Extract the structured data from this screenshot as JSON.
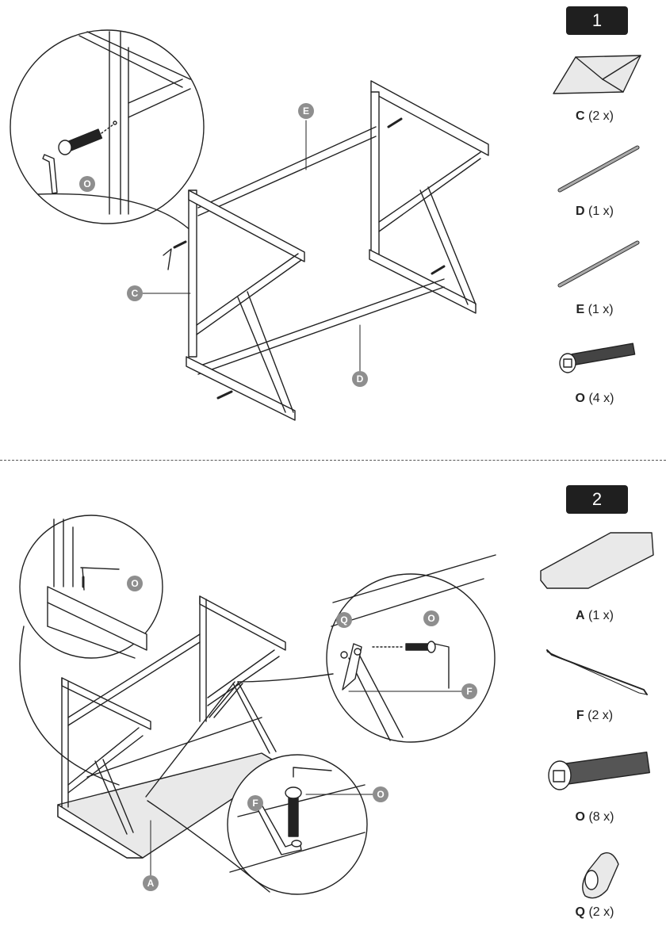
{
  "steps": [
    {
      "number": "1",
      "parts": [
        {
          "letter": "C",
          "qty": "(2 x)"
        },
        {
          "letter": "D",
          "qty": "(1 x)"
        },
        {
          "letter": "E",
          "qty": "(1 x)"
        },
        {
          "letter": "O",
          "qty": "(4 x)"
        }
      ],
      "callouts": {
        "e": "E",
        "c": "C",
        "d": "D",
        "zoom_o": "O"
      }
    },
    {
      "number": "2",
      "parts": [
        {
          "letter": "A",
          "qty": "(1 x)"
        },
        {
          "letter": "F",
          "qty": "(2 x)"
        },
        {
          "letter": "O",
          "qty": "(8 x)"
        },
        {
          "letter": "Q",
          "qty": "(2 x)"
        }
      ],
      "callouts": {
        "left_o": "O",
        "q": "Q",
        "right_o": "O",
        "right_f": "F",
        "bottom_f": "F",
        "bottom_o": "O",
        "a": "A"
      }
    }
  ],
  "colors": {
    "line": "#222222",
    "callout": "#8e8e8e",
    "badge": "#1f1f1f",
    "panel": "#e9e9e9"
  }
}
